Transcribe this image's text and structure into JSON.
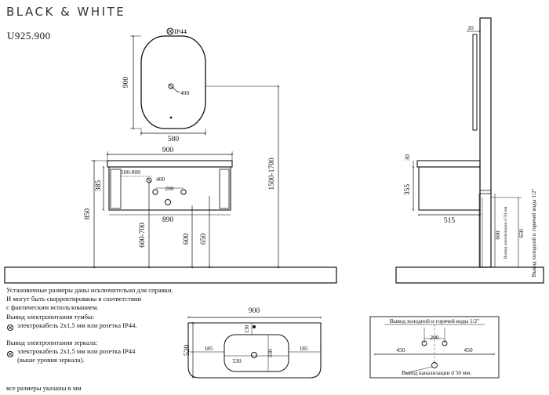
{
  "header": {
    "brand": "BLACK & WHITE",
    "model": "U925.900"
  },
  "mirror": {
    "ip_label": "IP44",
    "height": "900",
    "width": "580",
    "tick": "400"
  },
  "cabinet_front": {
    "top_width": "900",
    "bottom_width": "890",
    "drawer_height": "385",
    "total_height": "850",
    "pipe_range": "100-800",
    "hole_offset": "400",
    "hole_spacing": "200",
    "height_600_700": "600-700",
    "height_600": "600",
    "height_650": "650",
    "mirror_height": "1500-1700"
  },
  "side_view": {
    "mirror_depth": "20",
    "top_thickness": "30",
    "drawer_height": "355",
    "depth": "515",
    "d50_label": "Вывод канализации d 50 мм",
    "d50_height": "600",
    "water_label": "Вывод холодной и горячей воды 1/2\"",
    "water_height": "650"
  },
  "top_view": {
    "width": "900",
    "depth": "520",
    "side_left": "185",
    "side_right": "185",
    "basin_width": "530",
    "basin_depth": "330",
    "tap_offset": "130"
  },
  "outlet_detail": {
    "water_title": "Вывод холодной и горячей воды 1/2\"",
    "spacing": "200",
    "left": "450",
    "right": "450",
    "drain_label": "Вывод канализации d 50 мм."
  },
  "notes": {
    "line1": "Установочные размеры даны исключительно для справки.",
    "line2": "И могут быть скорректированы в соответствии",
    "line3": "с фактическим использованием.",
    "line4": "Вывод электропитания тумбы:",
    "line5": "электрокабель 2х1,5 мм или розетка IP44.",
    "line6": "Вывод электропитания зеркала:",
    "line7": "электрокабель 2х1,5 мм или розетка IP44",
    "line8": "(выше уровня зеркала).",
    "footer": "все размеры указаны в мм"
  }
}
